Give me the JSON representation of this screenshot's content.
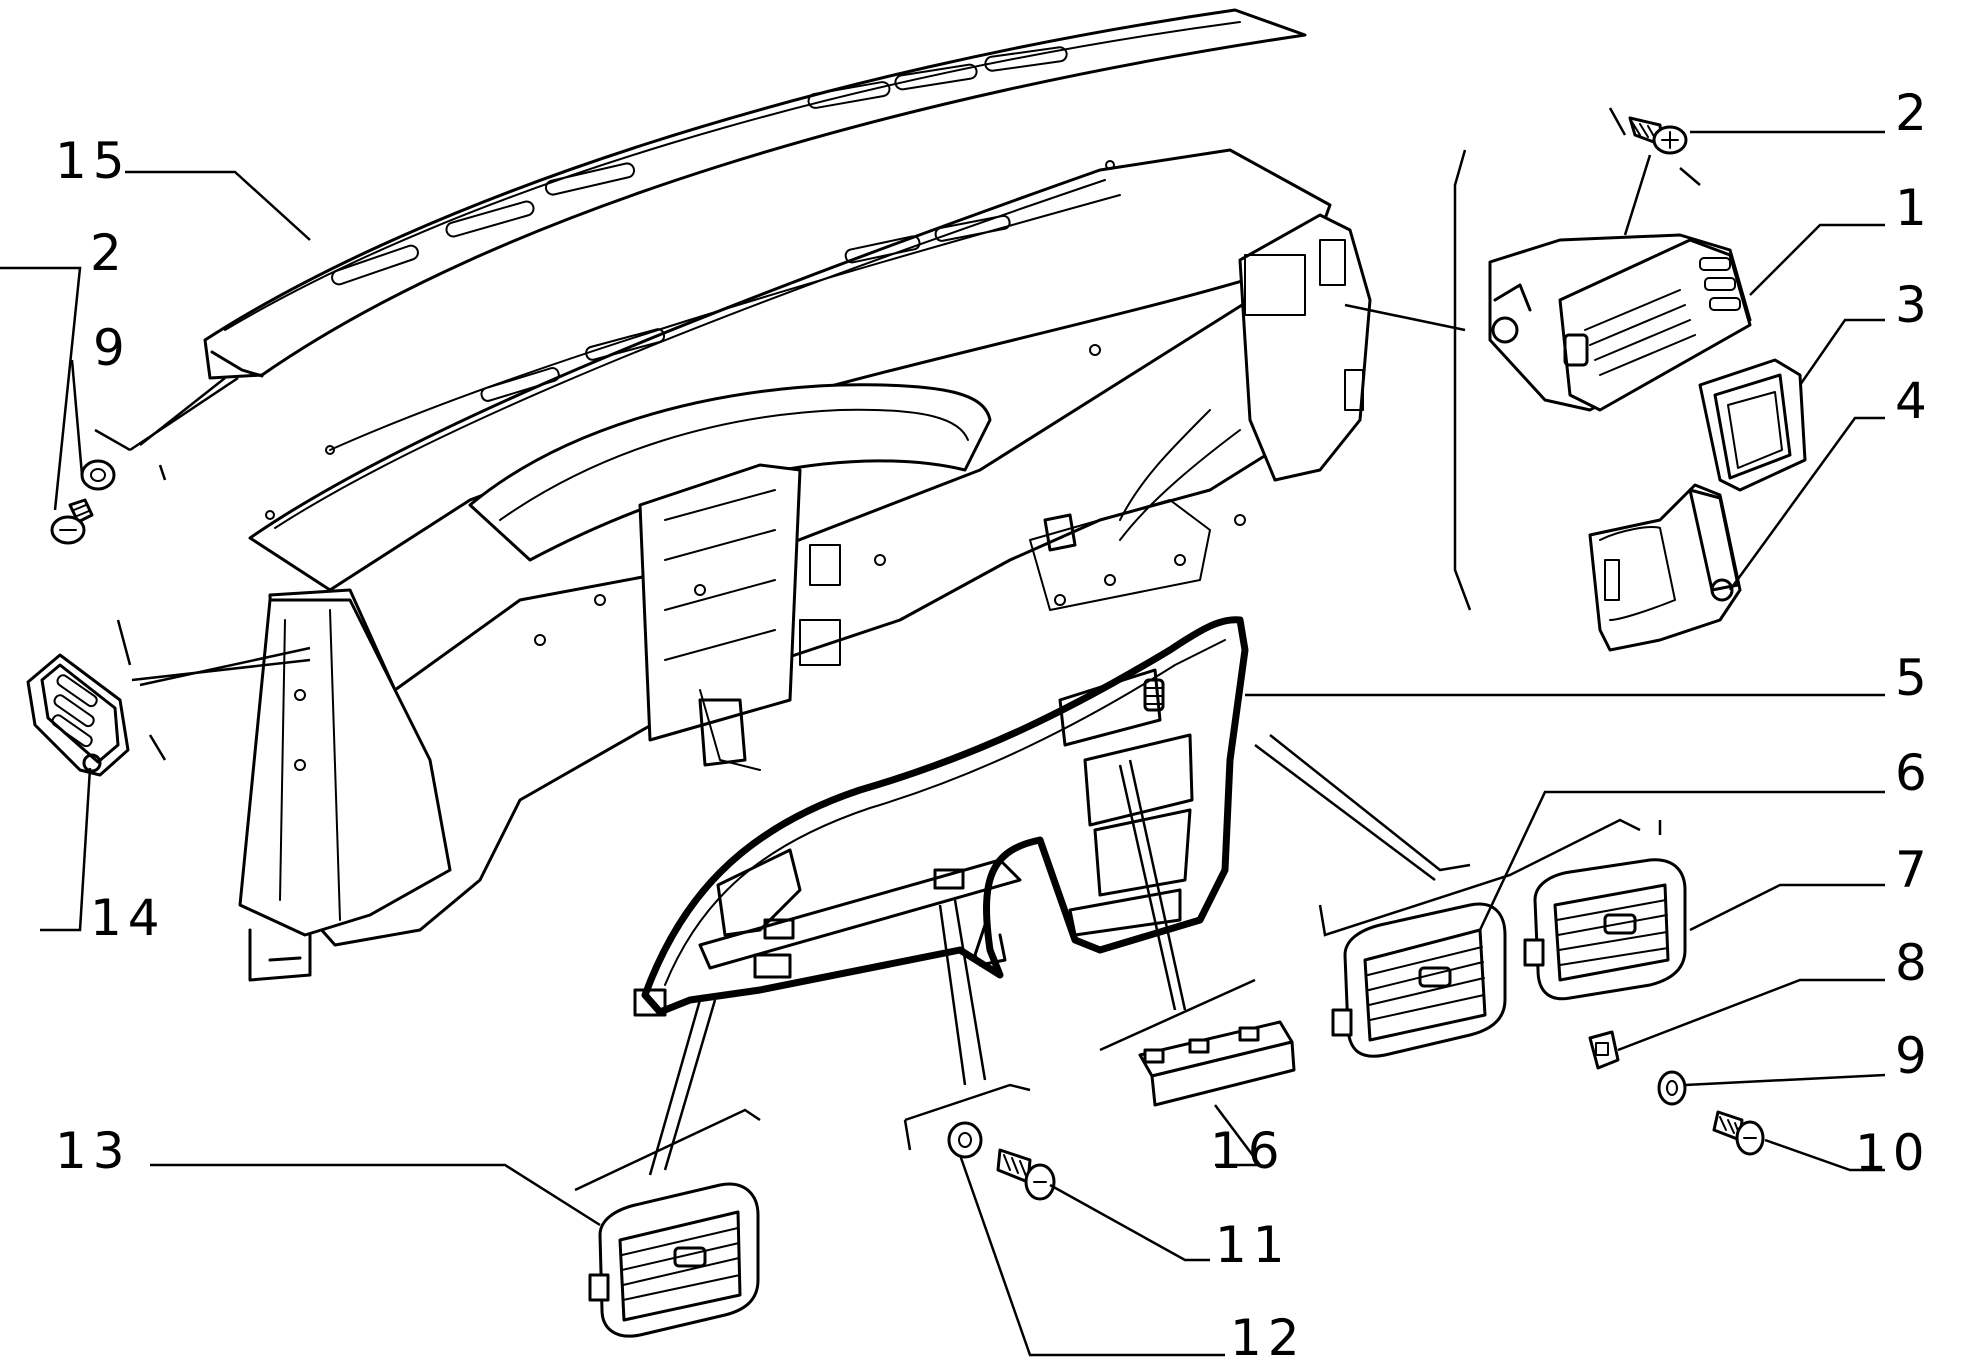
{
  "callouts": {
    "c1": "1",
    "c2a": "2",
    "c2b": "2",
    "c3": "3",
    "c4": "4",
    "c5": "5",
    "c6": "6",
    "c7": "7",
    "c8": "8",
    "c9a": "9",
    "c9b": "9",
    "c10": "10",
    "c11": "11",
    "c12": "12",
    "c13": "13",
    "c14": "14",
    "c15": "15",
    "c16": "16"
  },
  "colors": {
    "ink": "#000000",
    "paper": "#ffffff"
  }
}
